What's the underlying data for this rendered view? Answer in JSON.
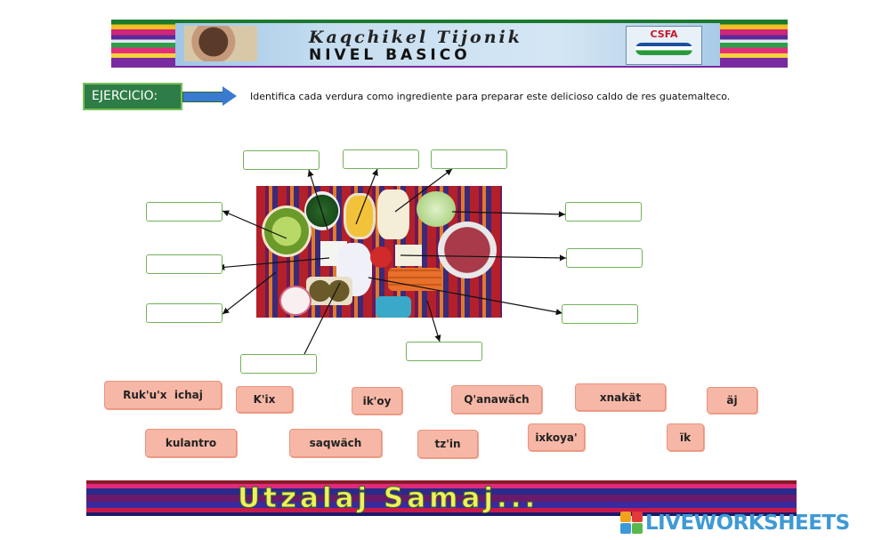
{
  "header": {
    "title": "Kaqchikel Tijonik",
    "subtitle": "NIVEL BASICO",
    "logo_text": "CSFA"
  },
  "exercise": {
    "label": "EJERCICIO:",
    "instruction": "Identifica cada verdura como ingrediente para preparar este delicioso caldo de res guatemalteco."
  },
  "answer_boxes": [
    {
      "id": "top-left",
      "value": ""
    },
    {
      "id": "top-middle",
      "value": ""
    },
    {
      "id": "top-right",
      "value": ""
    },
    {
      "id": "left-1",
      "value": ""
    },
    {
      "id": "left-2",
      "value": ""
    },
    {
      "id": "left-3",
      "value": ""
    },
    {
      "id": "right-1",
      "value": ""
    },
    {
      "id": "right-2",
      "value": ""
    },
    {
      "id": "right-3",
      "value": ""
    },
    {
      "id": "bottom-1",
      "value": ""
    },
    {
      "id": "bottom-2",
      "value": ""
    }
  ],
  "word_bank": [
    "Ruk'u'x  ichaj",
    "K'ix",
    "ik'oy",
    "Q'anawäch",
    "xnakät",
    "äj",
    "kulantro",
    "saqwäch",
    "tz'in",
    "ixkoya'",
    "ïk"
  ],
  "footer": {
    "text": "Utzalaj  Samaj..."
  },
  "brand": {
    "name": "LIVEWORKSHEETS",
    "color": "#3f9ad4"
  },
  "colors": {
    "answer_border": "#72b25a",
    "tile_fill": "#f7b7a6",
    "ejercicio_fill": "#2e7d46"
  }
}
